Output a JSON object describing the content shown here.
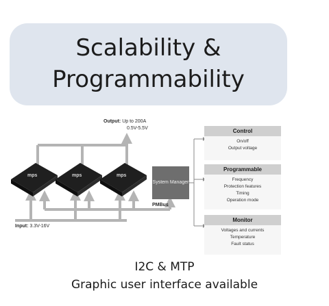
{
  "title": {
    "line1": "Scalability &",
    "line2": "Programmability"
  },
  "output": {
    "label": "Output:",
    "text": "Up to 200A",
    "range": "0.5V-5.5V"
  },
  "input": {
    "label": "Input:",
    "text": "3.3V-16V"
  },
  "chip_logo": "mps",
  "system_manager": "System Manager",
  "bus_label": "PMBus",
  "panels": {
    "control": {
      "title": "Control",
      "items": [
        "On/off",
        "Output voltage"
      ]
    },
    "programmable": {
      "title": "Programmable",
      "items": [
        "Frequency",
        "Protection features",
        "Timing",
        "Operation mode"
      ]
    },
    "monitor": {
      "title": "Monitor",
      "items": [
        "Voltages and currents",
        "Temperature",
        "Fault status"
      ]
    }
  },
  "footer": {
    "line1": "I2C & MTP",
    "line2": "Graphic user interface available"
  },
  "colors": {
    "title_bg": "#dfe5ee",
    "line": "#b4b4b4",
    "chip": "#1f1f1f",
    "manager": "#6e6e6e",
    "panel_head": "#cfcfcf"
  }
}
